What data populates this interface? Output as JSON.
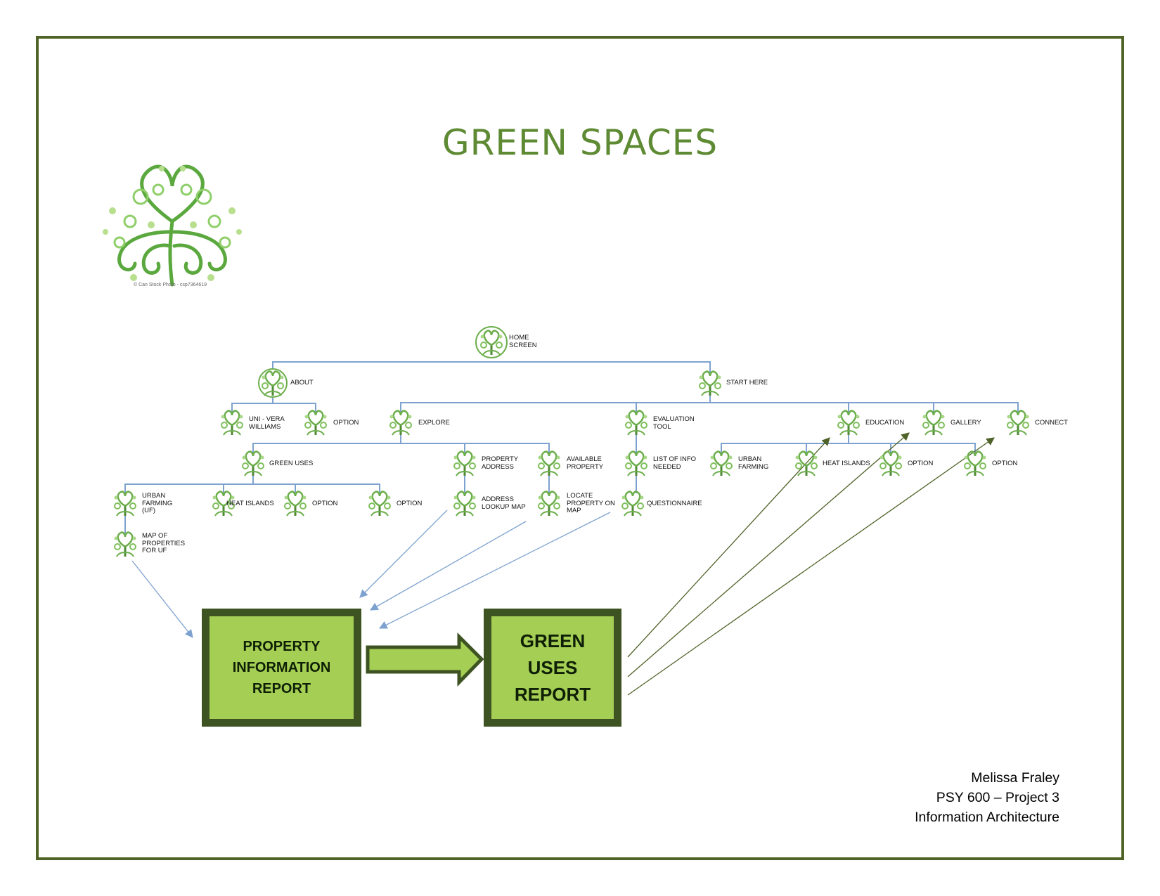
{
  "title": "GREEN SPACES",
  "logo": {
    "icon": "heart-tree-logo",
    "caption": "© Can Stock Photo - csp7364619"
  },
  "nodes": {
    "home": "HOME\nSCREEN",
    "about": "ABOUT",
    "start": "START HERE",
    "uni": "UNI - VERA\nWILLIAMS",
    "about_opt": "OPTION",
    "explore": "EXPLORE",
    "eval": "EVALUATION\nTOOL",
    "education": "EDUCATION",
    "gallery": "GALLERY",
    "connect": "CONNECT",
    "green_uses": "GREEN USES",
    "prop_addr": "PROPERTY\nADDRESS",
    "avail": "AVAILABLE\nPROPERTY",
    "list_info": "LIST OF INFO\nNEEDED",
    "ed_urban": "URBAN\nFARMING",
    "ed_heat": "HEAT ISLANDS",
    "ed_opt1": "OPTION",
    "ed_opt2": "OPTION",
    "gu_urban": "URBAN\nFARMING\n(UF)",
    "gu_heat": "HEAT ISLANDS",
    "gu_opt1": "OPTION",
    "gu_opt2": "OPTION",
    "addr_map": "ADDRESS\nLOOKUP MAP",
    "locate": "LOCATE\nPROPERTY ON\nMAP",
    "quest": "QUESTIONNAIRE",
    "map_uf": "MAP OF\nPROPERTIES\nFOR UF"
  },
  "reports": {
    "property": "PROPERTY\nINFORMATION\nREPORT",
    "green_uses": "GREEN\nUSES\nREPORT"
  },
  "signature": {
    "name": "Melissa Fraley",
    "course": "PSY 600 – Project 3",
    "topic": "Information Architecture"
  },
  "colors": {
    "frame": "#4f6228",
    "title": "#5e8a33",
    "connector": "#7ea2cf",
    "report_fill": "#a4cf54",
    "report_border": "#3e5322",
    "dark_arrow": "#4f6228"
  }
}
